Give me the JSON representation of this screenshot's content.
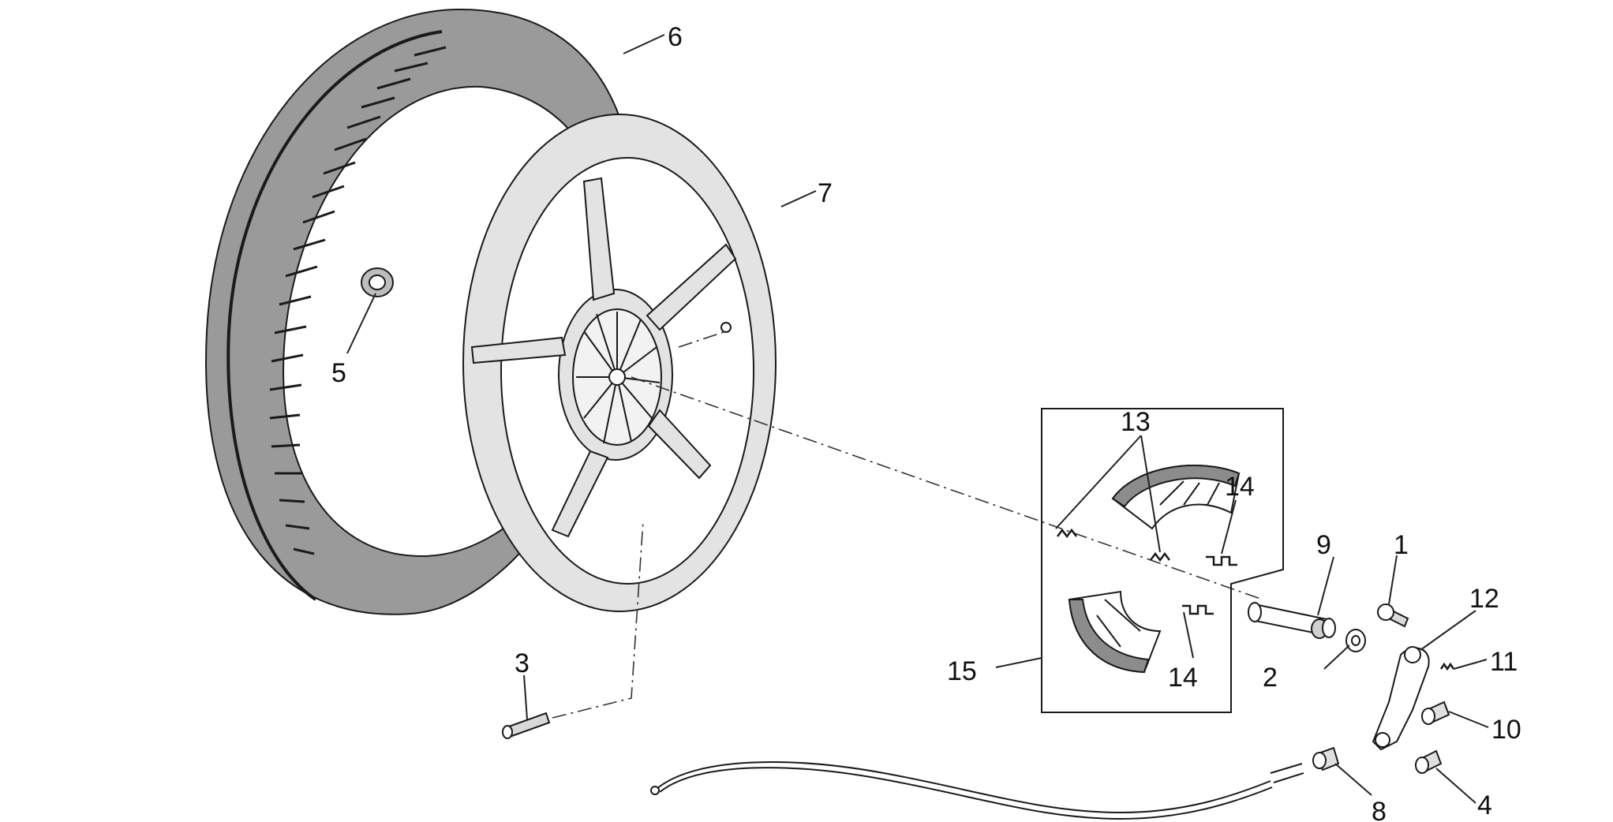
{
  "diagram": {
    "callouts": [
      {
        "id": "c1",
        "label": "1"
      },
      {
        "id": "c2",
        "label": "2"
      },
      {
        "id": "c3",
        "label": "3"
      },
      {
        "id": "c4",
        "label": "4"
      },
      {
        "id": "c5",
        "label": "5"
      },
      {
        "id": "c6",
        "label": "6"
      },
      {
        "id": "c7",
        "label": "7"
      },
      {
        "id": "c8",
        "label": "8"
      },
      {
        "id": "c9",
        "label": "9"
      },
      {
        "id": "c10",
        "label": "10"
      },
      {
        "id": "c11",
        "label": "11"
      },
      {
        "id": "c12",
        "label": "12"
      },
      {
        "id": "c13",
        "label": "13"
      },
      {
        "id": "c14a",
        "label": "14"
      },
      {
        "id": "c14b",
        "label": "14"
      },
      {
        "id": "c15",
        "label": "15"
      }
    ],
    "colors": {
      "tire": "#9a9a9a",
      "rim": "#e3e3e3",
      "line": "#1a1a1a",
      "shoe_lining": "#8c8c8c"
    }
  }
}
